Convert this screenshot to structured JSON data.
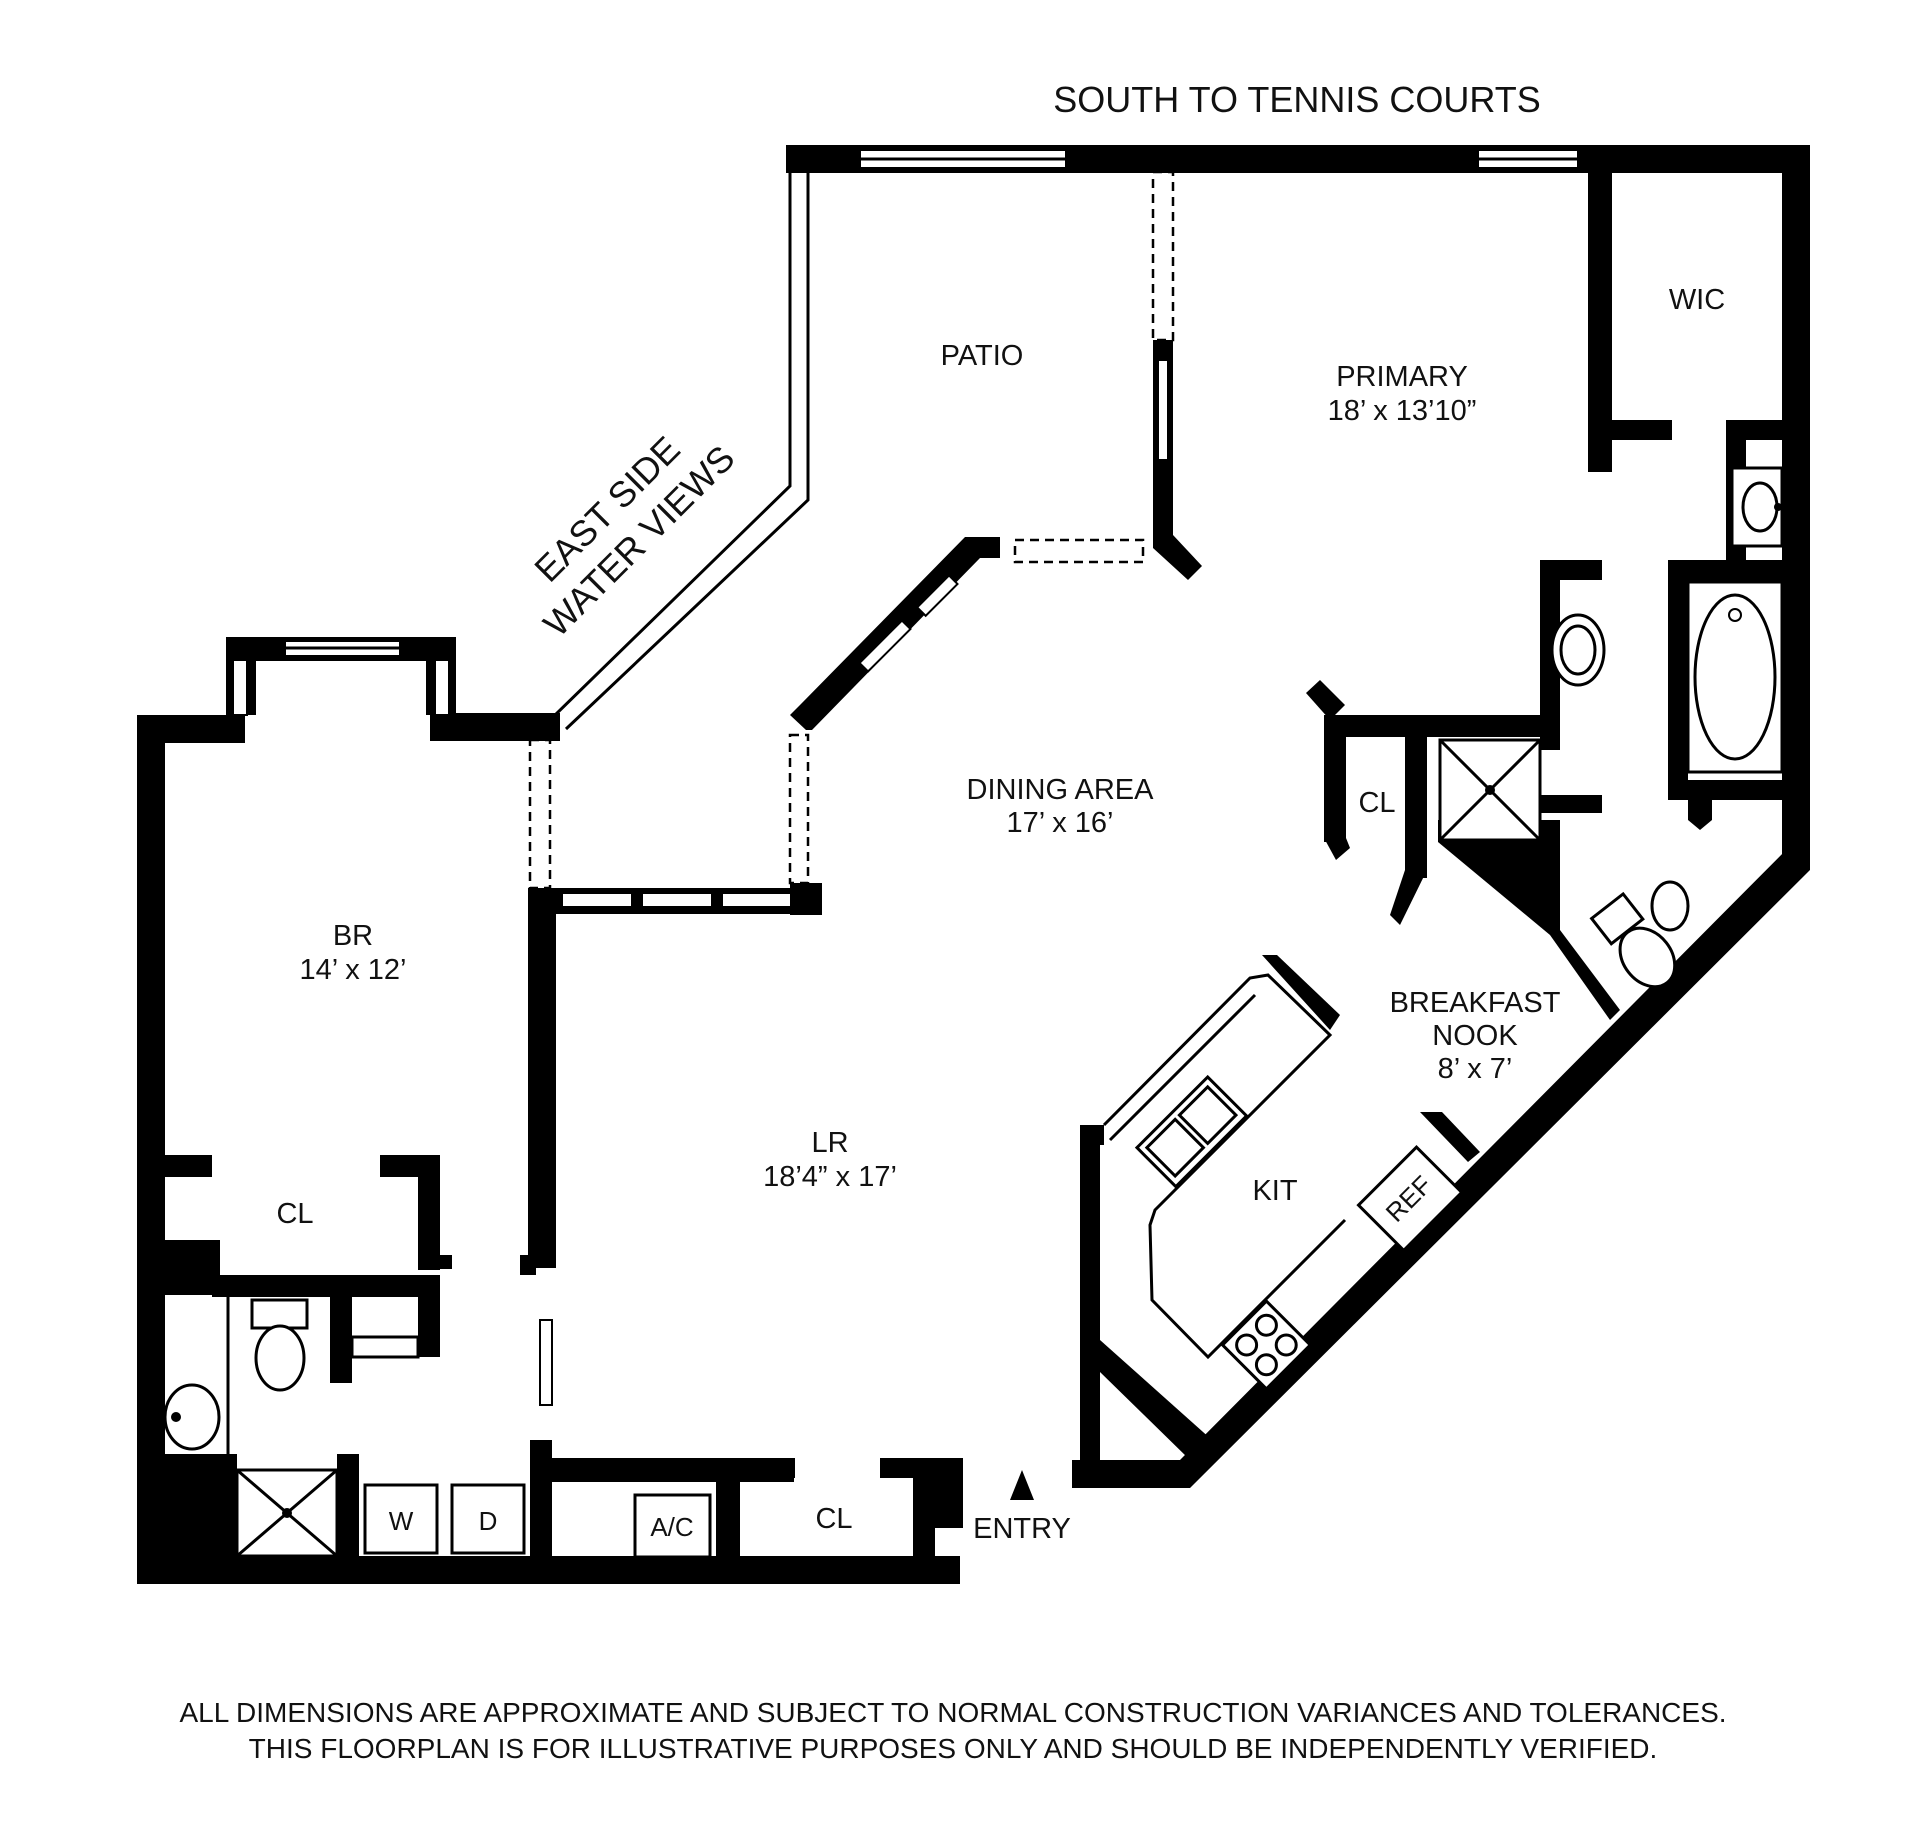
{
  "header": {
    "top_label": "SOUTH TO TENNIS COURTS",
    "side_label_line1": "EAST SIDE",
    "side_label_line2": "WATER VIEWS"
  },
  "rooms": {
    "patio": {
      "name": "PATIO"
    },
    "primary": {
      "name": "PRIMARY",
      "size": "18’ x 13’10”"
    },
    "wic": {
      "name": "WIC"
    },
    "dining": {
      "name": "DINING AREA",
      "size": "17’ x 16’"
    },
    "closet_hall": {
      "name": "CL"
    },
    "br": {
      "name": "BR",
      "size": "14’ x 12’"
    },
    "closet_br": {
      "name": "CL"
    },
    "lr": {
      "name": "LR",
      "size": "18’4” x 17’"
    },
    "breakfast": {
      "name_line1": "BREAKFAST",
      "name_line2": "NOOK",
      "size": "8’ x 7’"
    },
    "kit": {
      "name": "KIT"
    },
    "closet_entry": {
      "name": "CL"
    }
  },
  "appliances": {
    "washer": "W",
    "dryer": "D",
    "ac": "A/C",
    "ref": "REF"
  },
  "entry": {
    "label": "ENTRY"
  },
  "disclaimer": {
    "line1": "ALL DIMENSIONS ARE APPROXIMATE AND SUBJECT TO NORMAL CONSTRUCTION VARIANCES AND TOLERANCES.",
    "line2": "THIS FLOORPLAN IS FOR ILLUSTRATIVE PURPOSES ONLY AND SHOULD BE INDEPENDENTLY VERIFIED."
  }
}
